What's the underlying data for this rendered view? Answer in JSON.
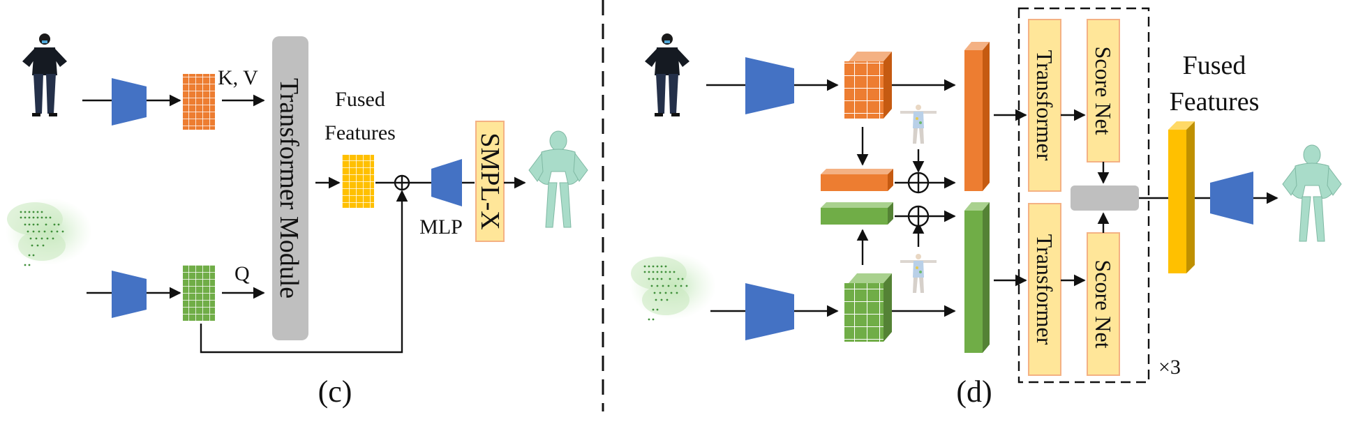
{
  "panel_c": {
    "kv_label": "K, V",
    "q_label": "Q",
    "transformer_label": "Transformer Module",
    "fused_label_line1": "Fused",
    "fused_label_line2": "Features",
    "mlp_label": "MLP",
    "smplx_label": "SMPL-X",
    "caption": "(c)"
  },
  "panel_d": {
    "transformer_label": "Transformer",
    "score_net_label": "Score Net",
    "fused_label_line1": "Fused",
    "fused_label_line2": "Features",
    "repeat_label": "×3",
    "caption": "(d)"
  },
  "colors": {
    "encoder_blue": "#4472c4",
    "orange_feature": "#ed7d31",
    "green_feature": "#70ad47",
    "yellow_feature": "#ffc000",
    "box_fill": "#ffe699",
    "box_border": "#f4b183",
    "gray_module": "#bfbfbf",
    "mesh": "#a9dcc9"
  },
  "icons": [
    "person-photo-icon",
    "point-cloud-icon",
    "human-mesh-icon",
    "smpl-template-icon"
  ]
}
